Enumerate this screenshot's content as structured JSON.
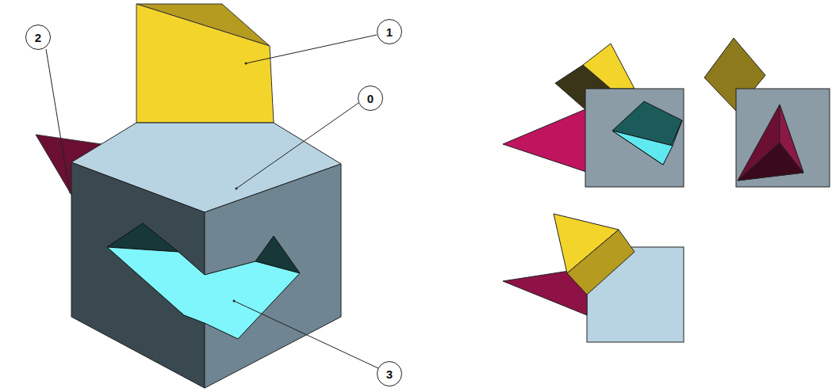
{
  "diagram": {
    "nodes": [
      {
        "text": [
          "2"
        ]
      },
      {
        "text": [
          "1"
        ]
      },
      {
        "text": [
          "0"
        ]
      },
      {
        "text": [
          "3"
        ]
      }
    ]
  }
}
